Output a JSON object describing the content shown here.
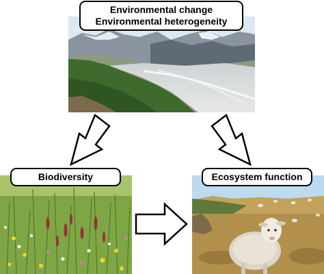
{
  "top": {
    "line1": "Environmental change",
    "line2": "Environmental heterogeneity"
  },
  "left": {
    "label": "Biodiversity"
  },
  "right": {
    "label": "Ecosystem function"
  }
}
